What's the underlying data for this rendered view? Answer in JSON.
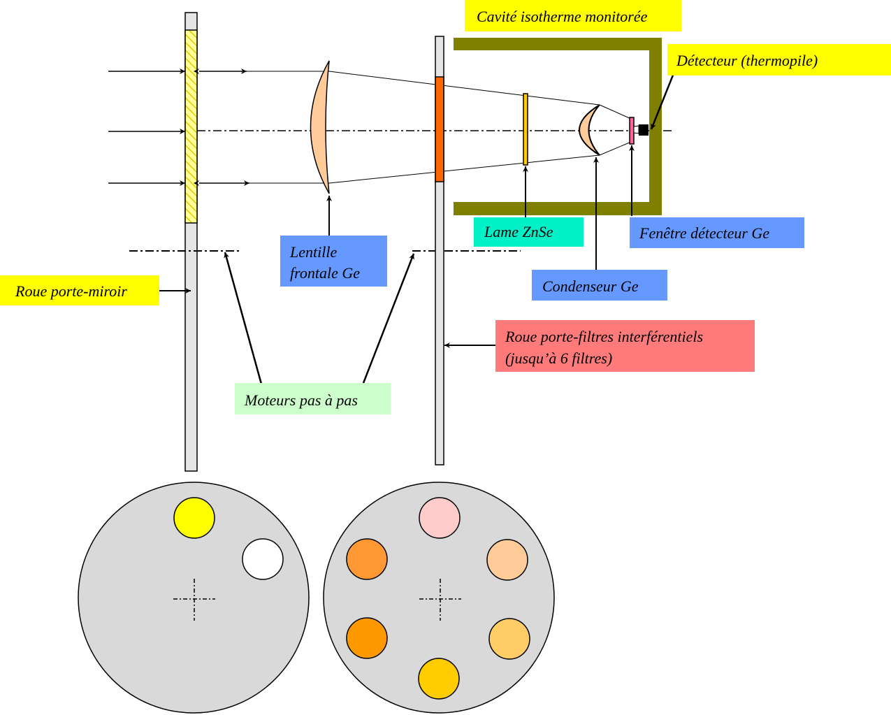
{
  "labels": {
    "cavity": "Cavité isotherme monitorée",
    "detector": "Détecteur (thermopile)",
    "lens_line1": "Lentille",
    "lens_line2": "frontale Ge",
    "znse_plate": "Lame ZnSe",
    "detector_window": "Fenêtre détecteur Ge",
    "condenser": "Condenseur Ge",
    "mirror_wheel": "Roue porte-miroir",
    "filter_wheel_line1": "Roue porte-filtres interférentiels",
    "filter_wheel_line2": "(jusqu’à 6 filtres)",
    "stepper_motors": "Moteurs pas à pas"
  },
  "colors": {
    "yellow_label": "#ffff00",
    "blue_label": "#6699ff",
    "cyan_label": "#00f0c8",
    "pink_label": "#ff7b7b",
    "green_label": "#ccffcc",
    "olive_cavity": "#808000",
    "lens_fill": "#ffcc99",
    "filter_active": "#ff6600",
    "znse_fill": "#ffcc00",
    "window_fill": "#ff6699",
    "wheel_fill": "#d9d9d9"
  },
  "mirror_wheel_positions": [
    {
      "name": "yellow-position",
      "color": "#ffff00"
    },
    {
      "name": "white-position",
      "color": "#ffffff"
    }
  ],
  "filter_wheel_positions": [
    {
      "name": "filter-1",
      "color": "#ffcccc"
    },
    {
      "name": "filter-2",
      "color": "#ffcc99"
    },
    {
      "name": "filter-3",
      "color": "#ffcc66"
    },
    {
      "name": "filter-4",
      "color": "#ffcc00"
    },
    {
      "name": "filter-5",
      "color": "#ff9900"
    },
    {
      "name": "filter-6",
      "color": "#ff9933"
    }
  ]
}
